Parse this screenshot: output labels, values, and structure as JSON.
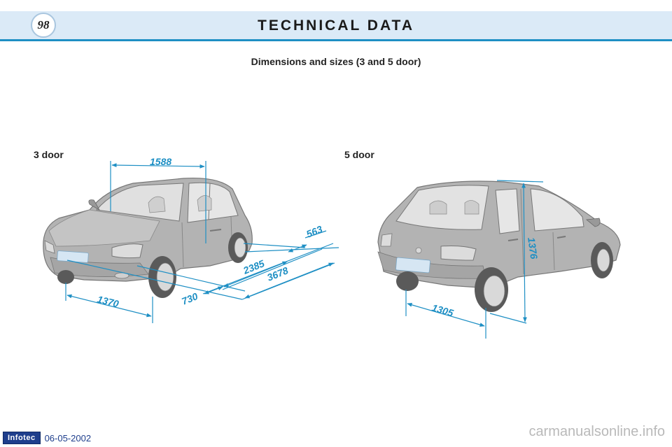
{
  "header": {
    "page_number": "98",
    "title": "TECHNICAL DATA"
  },
  "section": {
    "title": "Dimensions and sizes (3 and 5 door)"
  },
  "three_door": {
    "label": "3 door",
    "dimensions": {
      "width": "1588",
      "front_track": "1370",
      "front_overhang": "730",
      "wheelbase": "2385",
      "length": "3678",
      "rear_overhang": "563"
    }
  },
  "five_door": {
    "label": "5 door",
    "dimensions": {
      "rear_track": "1305",
      "height": "1376"
    }
  },
  "colors": {
    "accent": "#1e8fc4",
    "header_band": "#dbeaf7",
    "car_body": "#b3b3b3"
  },
  "footer": {
    "logo_text": "Infotec",
    "date": "06-05-2002"
  },
  "watermark": "carmanualsonline.info"
}
